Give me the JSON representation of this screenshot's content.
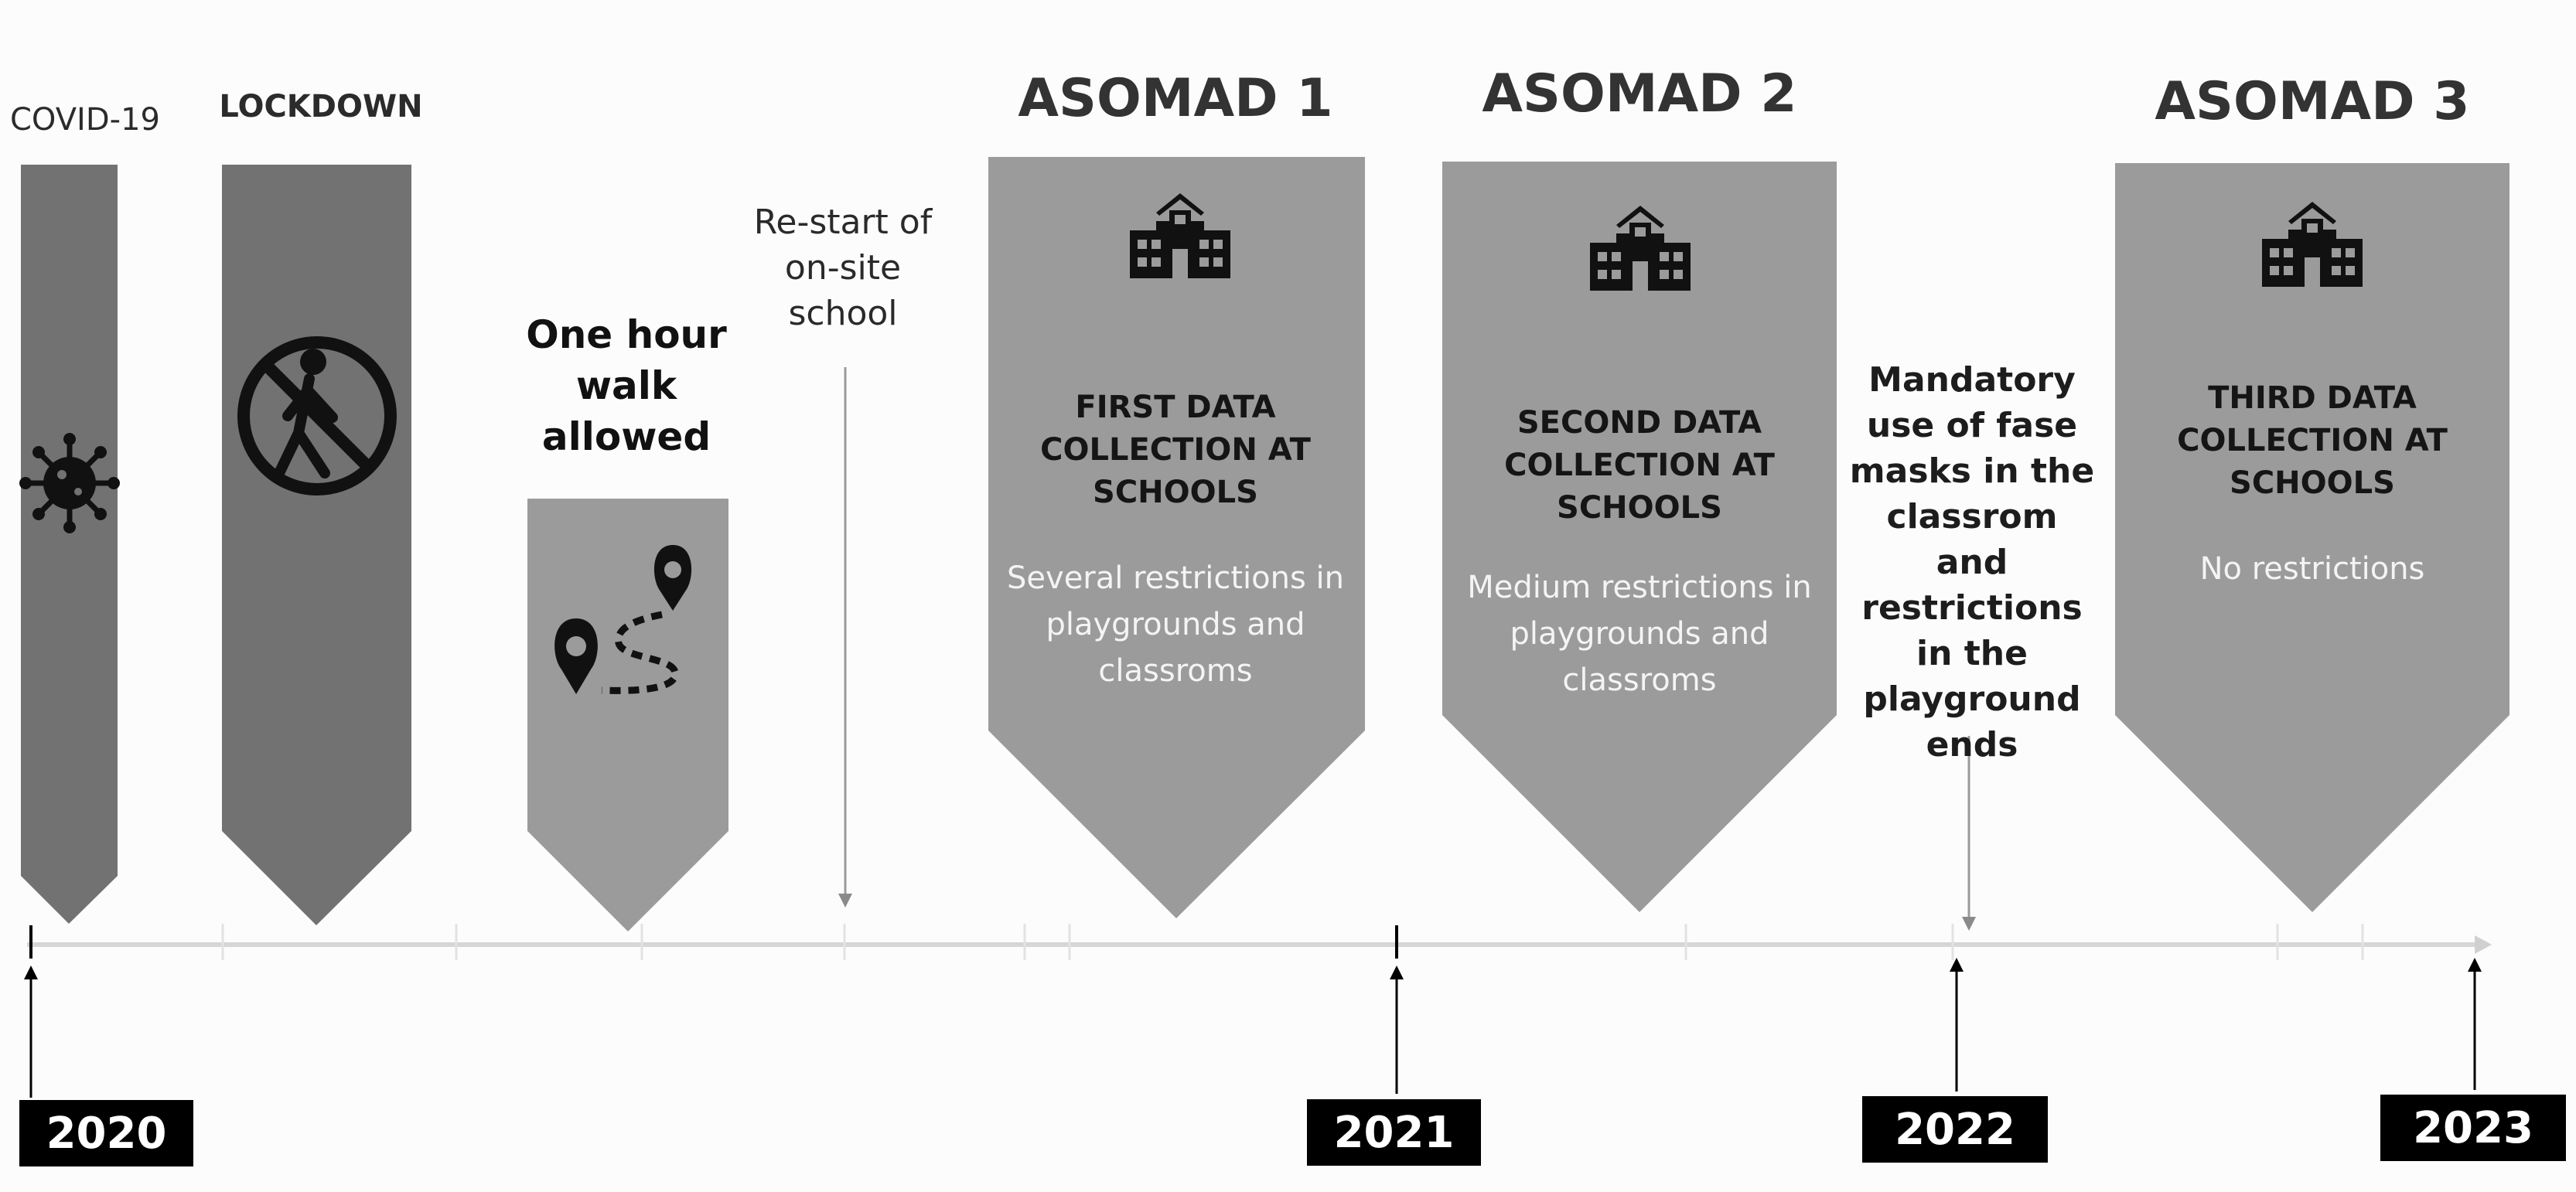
{
  "phases": [
    {
      "label": "COVID-19",
      "icon": "virus-icon"
    },
    {
      "label": "LOCKDOWN",
      "icon": "no-walking-icon"
    },
    {
      "label": "One hour walk allowed",
      "icon": "route-pins-icon"
    }
  ],
  "events": {
    "restart": "Re-start of on-site school",
    "masks": "Mandatory use of fase masks in the classrom and restrictions in the playground ends"
  },
  "studies": [
    {
      "title": "ASOMAD 1",
      "heading": "FIRST DATA COLLECTION AT SCHOOLS",
      "text": "Several restrictions in playgrounds and classroms",
      "icon": "school-icon"
    },
    {
      "title": "ASOMAD 2",
      "heading": "SECOND DATA COLLECTION AT SCHOOLS",
      "text": "Medium restrictions in playgrounds and classroms",
      "icon": "school-icon"
    },
    {
      "title": "ASOMAD 3",
      "heading": "THIRD DATA COLLECTION AT SCHOOLS",
      "text": "No restrictions",
      "icon": "school-icon"
    }
  ],
  "years": [
    "2020",
    "2021",
    "2022",
    "2023"
  ],
  "colors": {
    "dark_banner": "#727272",
    "light_banner": "#9b9b9b",
    "axis": "#d6d6d6",
    "year_box": "#000000"
  }
}
